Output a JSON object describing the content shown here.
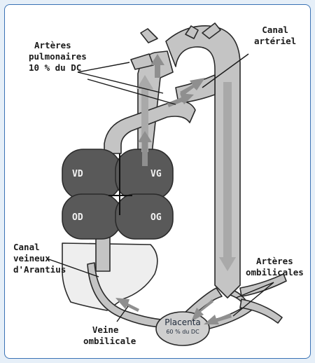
{
  "labels": {
    "arteres_pulmonaires": [
      "Artères",
      "pulmonaires",
      "10 % du DC"
    ],
    "canal_arteriel": [
      "Canal",
      "artériel"
    ],
    "canal_veineux": [
      "Canal",
      "veineux",
      "d'Arantius"
    ],
    "arteres_ombilicales": [
      "Artères",
      "ombilicales"
    ],
    "veine_ombilicale": [
      "Veine",
      "ombilicale"
    ]
  },
  "chambers": {
    "vd": "VD",
    "vg": "VG",
    "od": "OD",
    "og": "OG"
  },
  "placenta": {
    "title": "Placenta",
    "subtitle": "60 % du DC"
  },
  "colors": {
    "frame": "#e6eff8",
    "border": "#3a72b4",
    "vessel": "#c4c4c4",
    "vessel_outline": "#2a2a2a",
    "heart": "#595959",
    "arrow": "#8f8f8f"
  }
}
